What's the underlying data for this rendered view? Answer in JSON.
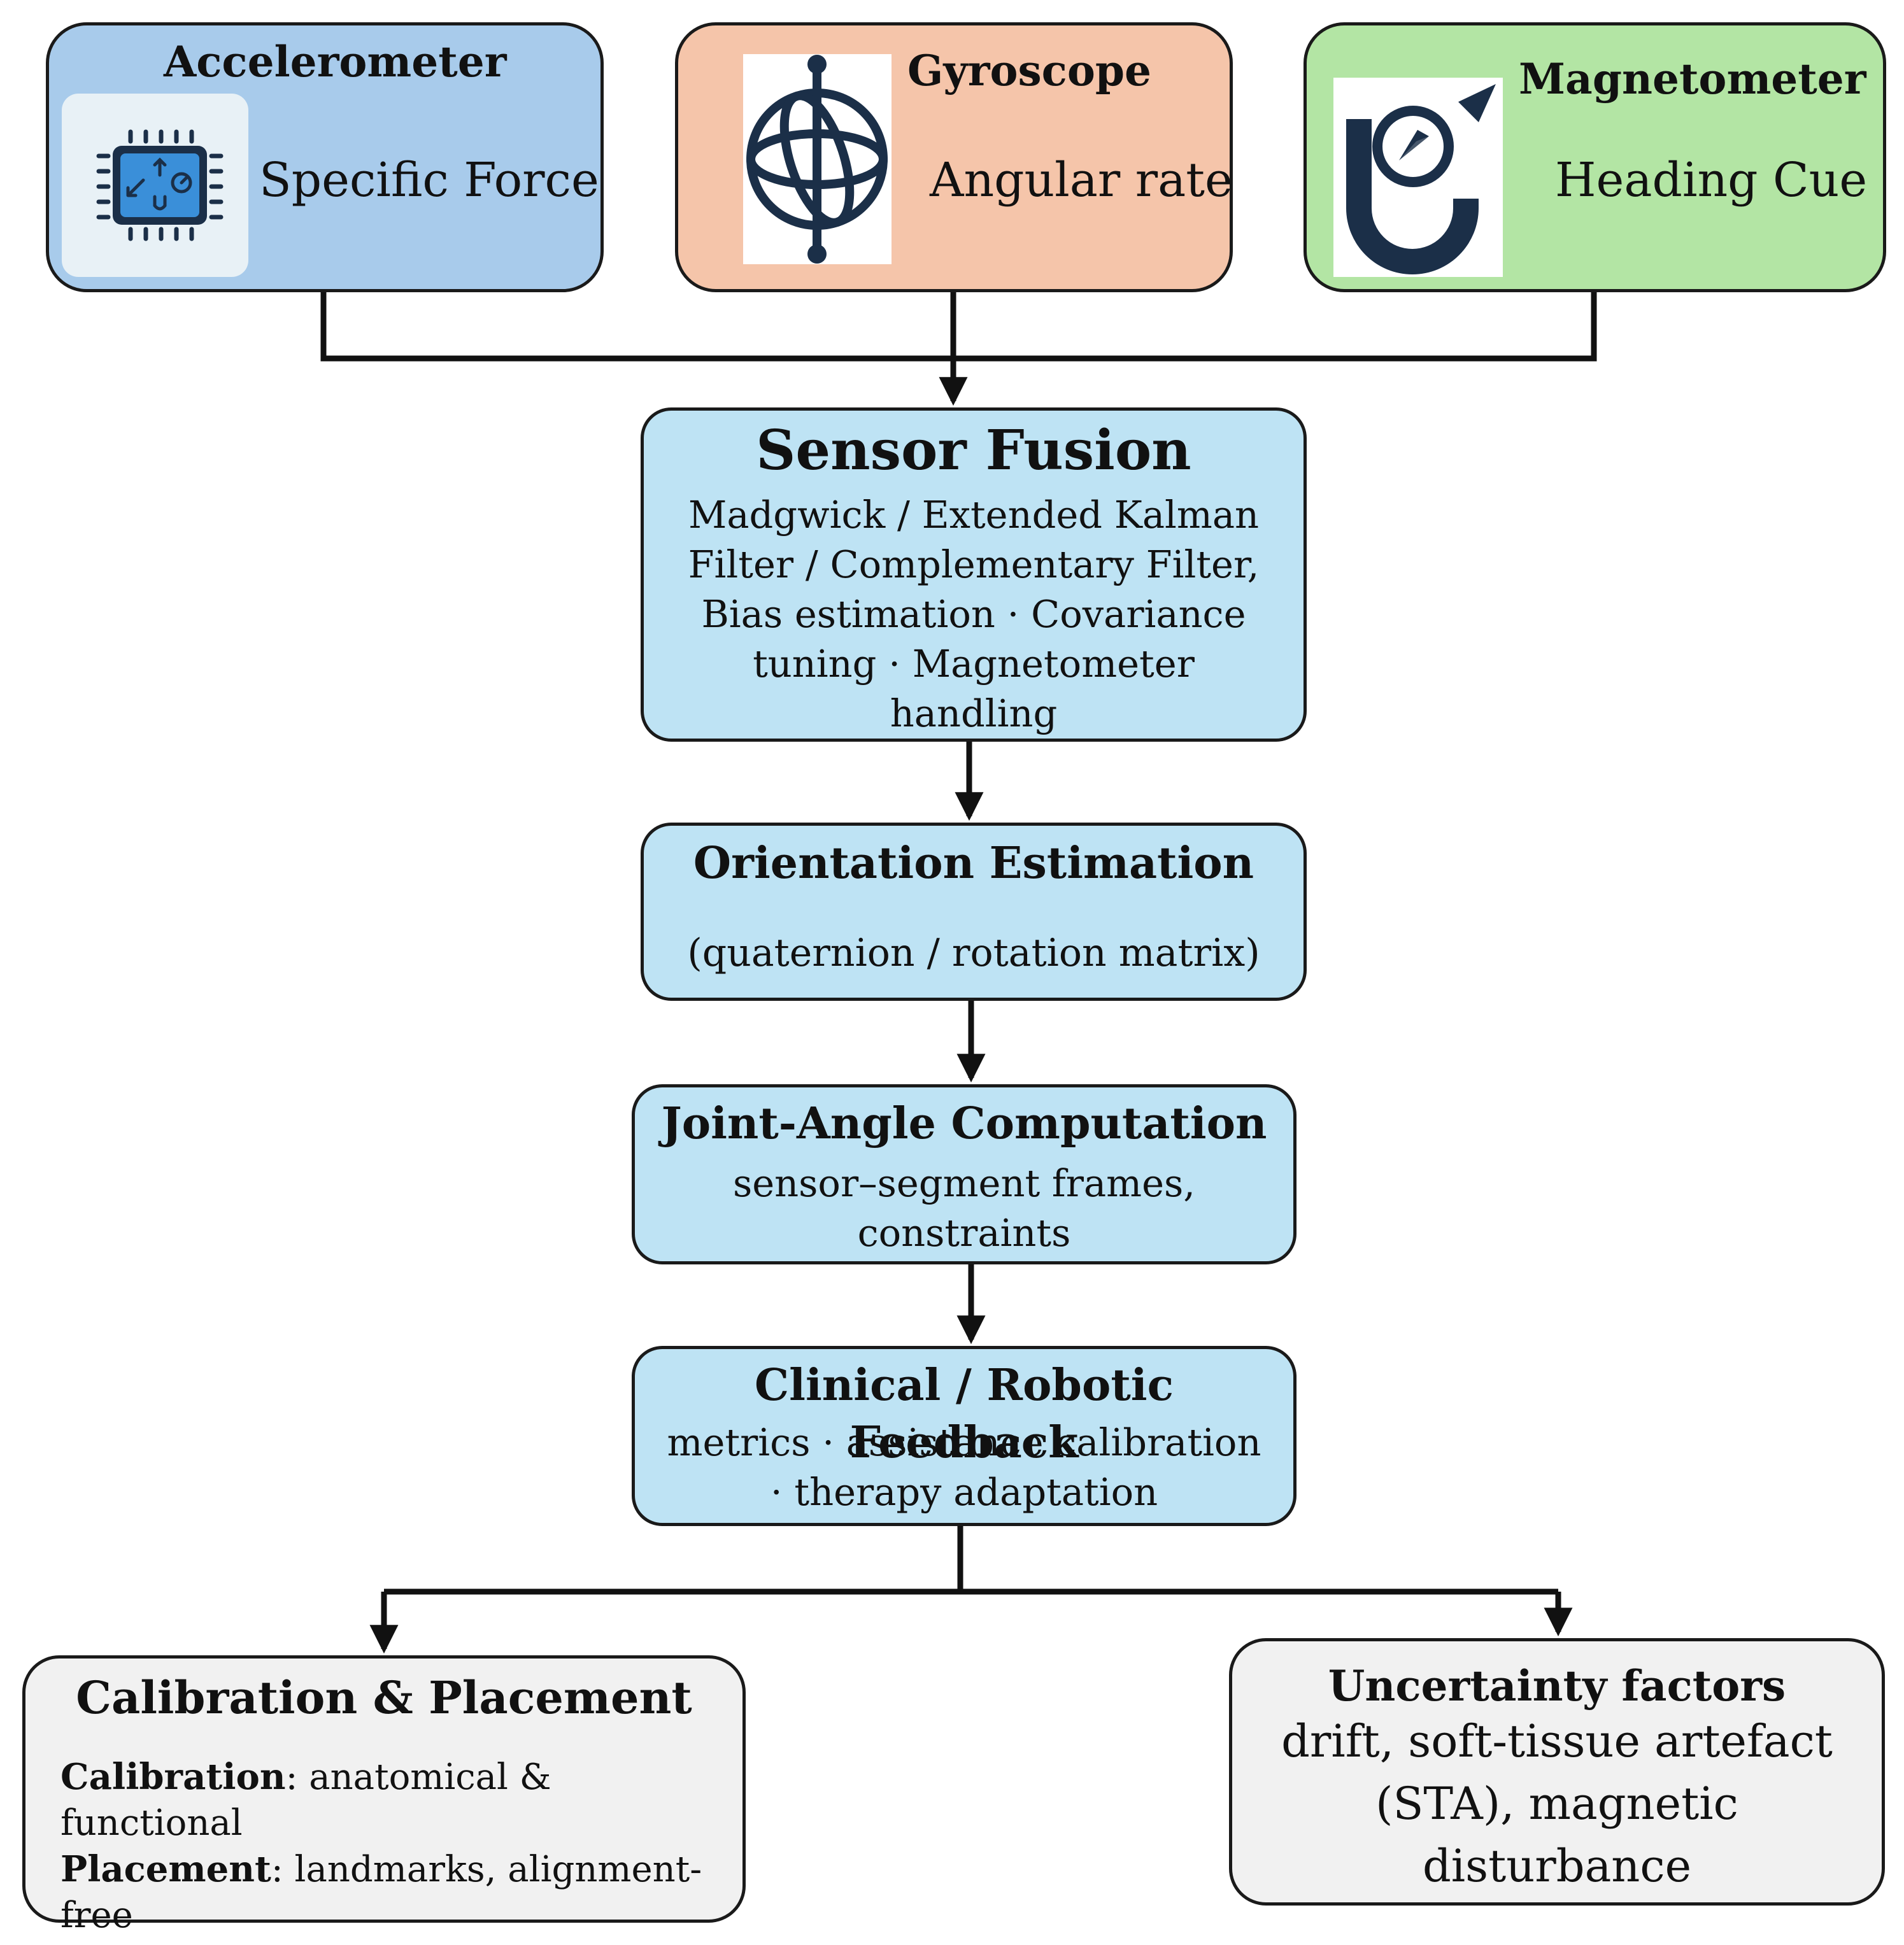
{
  "sensors": {
    "accelerometer": {
      "title": "Accelerometer",
      "description": "Specific Force",
      "icon": "chip-icon"
    },
    "gyroscope": {
      "title": "Gyroscope",
      "description": "Angular rate",
      "icon": "gyroscope-icon"
    },
    "magnetometer": {
      "title": "Magnetometer",
      "description": "Heading Cue",
      "icon": "magnet-compass-icon"
    }
  },
  "sensor_fusion": {
    "title": "Sensor Fusion",
    "lines": [
      "Madgwick / Extended Kalman",
      "Filter / Complementary Filter,",
      "Bias estimation · Covariance",
      "tuning · Magnetometer",
      "handling"
    ]
  },
  "orientation": {
    "title": "Orientation Estimation",
    "subtitle": "(quaternion / rotation matrix)"
  },
  "joint_angle": {
    "title": "Joint-Angle Computation",
    "lines": [
      "sensor–segment frames,",
      "constraints"
    ]
  },
  "feedback": {
    "title": "Clinical / Robotic Feedback",
    "lines": [
      "metrics · assistance calibration",
      "· therapy adaptation"
    ]
  },
  "calibration": {
    "title": "Calibration & Placement",
    "calibration_label": "Calibration",
    "calibration_text": ": anatomical & functional",
    "placement_label": "Placement",
    "placement_text": ": landmarks, alignment-",
    "placement_text_cont": "free"
  },
  "uncertainty": {
    "title": "Uncertainty factors",
    "lines": [
      "drift, soft-tissue artefact",
      "(STA), magnetic",
      "disturbance"
    ]
  },
  "colors": {
    "accelerometer_fill": "#a8cbeb",
    "gyroscope_fill": "#f5c5aa",
    "magnetometer_fill": "#b3e5a4",
    "process_fill": "#bee3f4",
    "bottom_fill": "#f1f1f1",
    "icon_navy": "#1b2f48",
    "chip_blue": "#3a8fd9"
  }
}
